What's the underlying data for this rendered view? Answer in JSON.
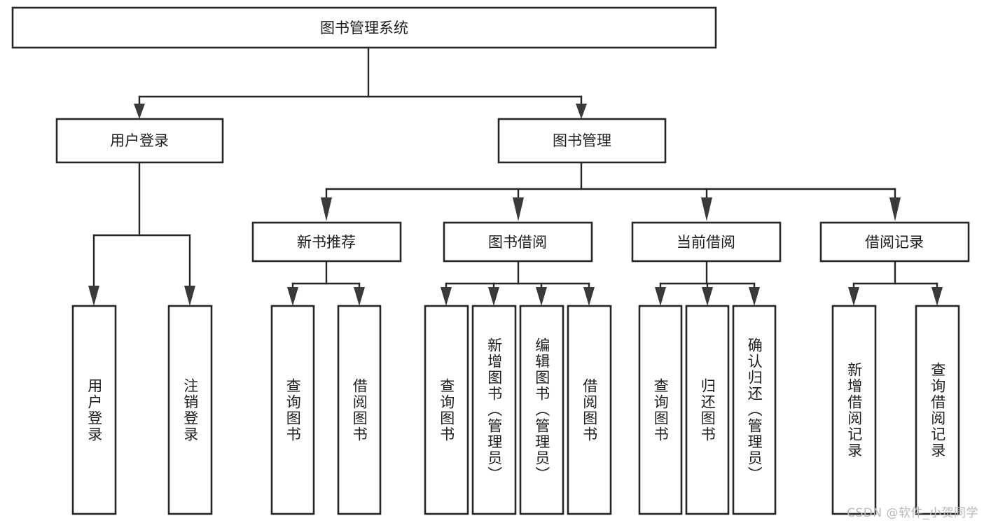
{
  "diagram": {
    "type": "tree-hierarchy",
    "title": "图书管理系统",
    "watermark": "CSDN @软件_小贺同学",
    "colors": {
      "background": "#ffffff",
      "box_stroke": "#262626",
      "connector": "#262626",
      "arrow_fill": "#3a3a3a",
      "text": "#1d1d1d",
      "watermark": "#b9b9b9"
    },
    "root": {
      "label": "图书管理系统",
      "orientation": "horizontal"
    },
    "level2": [
      {
        "label": "用户登录",
        "orientation": "horizontal"
      },
      {
        "label": "图书管理",
        "orientation": "horizontal"
      }
    ],
    "level3": [
      {
        "label": "新书推荐",
        "orientation": "horizontal"
      },
      {
        "label": "图书借阅",
        "orientation": "horizontal"
      },
      {
        "label": "当前借阅",
        "orientation": "horizontal"
      },
      {
        "label": "借阅记录",
        "orientation": "horizontal"
      }
    ],
    "leaves": {
      "user_login": [
        {
          "label": "用户登录",
          "orientation": "vertical"
        },
        {
          "label": "注销登录",
          "orientation": "vertical"
        }
      ],
      "new_book_recommend": [
        {
          "label": "查询图书",
          "orientation": "vertical"
        },
        {
          "label": "借阅图书",
          "orientation": "vertical"
        }
      ],
      "book_borrow": [
        {
          "label": "查询图书",
          "orientation": "vertical"
        },
        {
          "label": "新增图书（管理员）",
          "orientation": "vertical"
        },
        {
          "label": "编辑图书（管理员）",
          "orientation": "vertical"
        },
        {
          "label": "借阅图书",
          "orientation": "vertical"
        }
      ],
      "current_borrow": [
        {
          "label": "查询图书",
          "orientation": "vertical"
        },
        {
          "label": "归还图书",
          "orientation": "vertical"
        },
        {
          "label": "确认归还（管理员）",
          "orientation": "vertical"
        }
      ],
      "borrow_record": [
        {
          "label": "新增借阅记录",
          "orientation": "vertical"
        },
        {
          "label": "查询借阅记录",
          "orientation": "vertical"
        }
      ]
    }
  }
}
